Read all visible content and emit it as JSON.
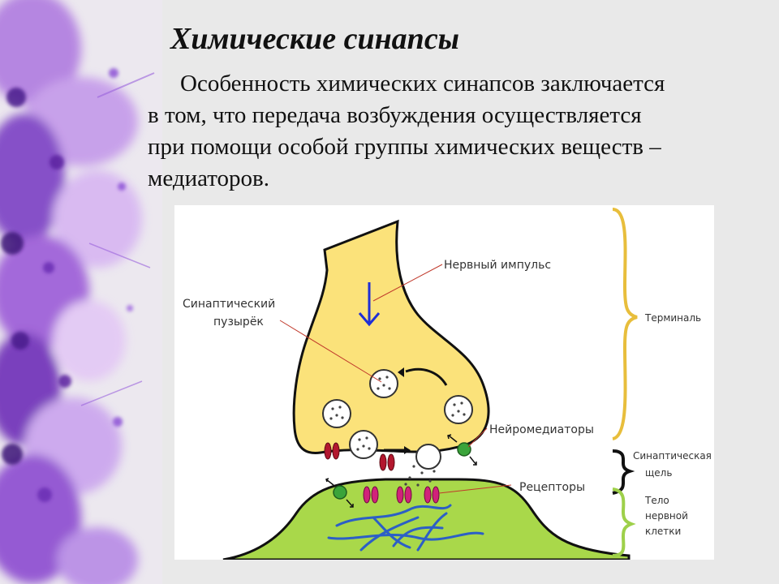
{
  "slide": {
    "title": "Химические синапсы",
    "paragraph": [
      "Особенность химических синапсов заключается",
      "в том, что передача возбуждения осуществляется",
      "при помощи особой группы химических веществ –",
      "медиаторов."
    ]
  },
  "diagram": {
    "labels": {
      "nerve_impulse": "Нервный импульс",
      "vesicle_line1": "Синаптический",
      "vesicle_line2": "пузырёк",
      "neurotransmitters": "Нейромедиаторы",
      "receptors": "Рецепторы"
    },
    "brackets": {
      "terminal": "Терминаль",
      "cleft_line1": "Синаптическая",
      "cleft_line2": "щель",
      "body_line1": "Тело",
      "body_line2": "нервной",
      "body_line3": "клетки"
    },
    "colors": {
      "terminal_fill": "#fbe27a",
      "cell_body_fill": "#a9d84a",
      "receptor": "#d1227a",
      "channel": "#b3172e",
      "transmitter": "#3aa43a",
      "arrow": "#1f2fd6",
      "terminal_bracket": "#e8be3c",
      "cleft_bracket": "#111111",
      "body_bracket": "#9ed04a"
    }
  }
}
